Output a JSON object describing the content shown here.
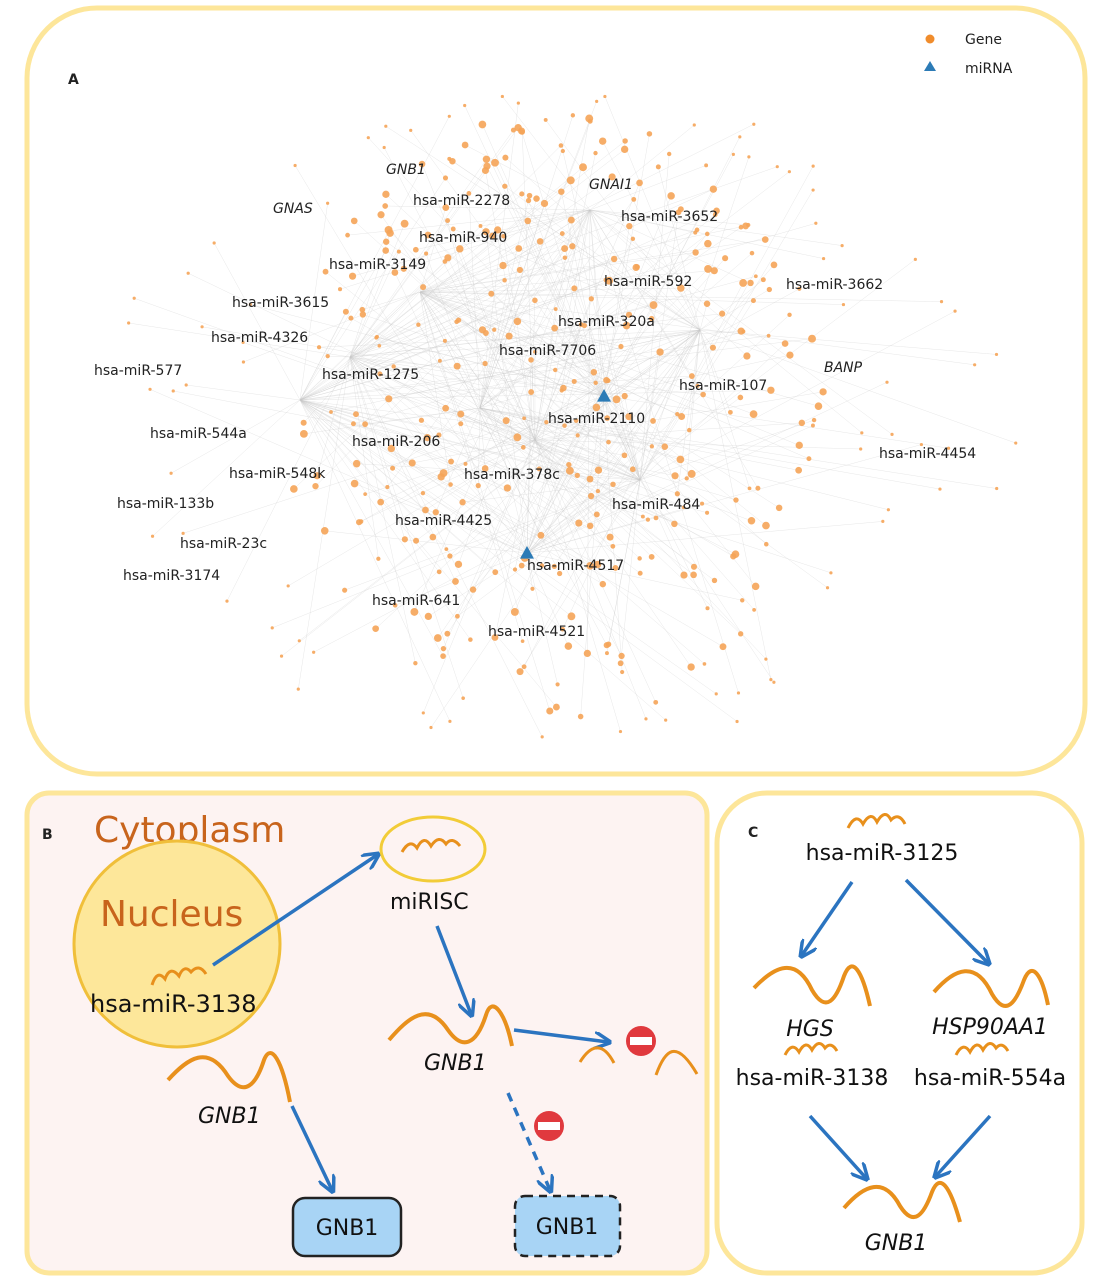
{
  "panelA": {
    "letter": "A",
    "legend": {
      "gene": "Gene",
      "mirna": "miRNA",
      "gene_color": "#f08c2c",
      "mirna_color": "#2c7bb6"
    },
    "gene_labels": [
      "GNB1",
      "GNAI1",
      "GNAS",
      "BANP"
    ],
    "mirna_labels": [
      "hsa-miR-2278",
      "hsa-miR-3652",
      "hsa-miR-940",
      "hsa-miR-3149",
      "hsa-miR-592",
      "hsa-miR-3662",
      "hsa-miR-3615",
      "hsa-miR-320a",
      "hsa-miR-4326",
      "hsa-miR-7706",
      "hsa-miR-577",
      "hsa-miR-1275",
      "hsa-miR-107",
      "hsa-miR-2110",
      "hsa-miR-544a",
      "hsa-miR-206",
      "hsa-miR-4454",
      "hsa-miR-548k",
      "hsa-miR-378c",
      "hsa-miR-133b",
      "hsa-miR-484",
      "hsa-miR-4425",
      "hsa-miR-23c",
      "hsa-miR-4517",
      "hsa-miR-3174",
      "hsa-miR-641",
      "hsa-miR-4521"
    ]
  },
  "panelB": {
    "letter": "B",
    "cytoplasm": "Cytoplasm",
    "nucleus": "Nucleus",
    "mirna": "hsa-miR-3138",
    "mirisc": "miRISC",
    "gene_left": "GNB1",
    "gene_right": "GNB1",
    "protein_left": "GNB1",
    "protein_right": "GNB1"
  },
  "panelC": {
    "letter": "C",
    "top_mirna": "hsa-miR-3125",
    "gene_a": "HGS",
    "gene_b": "HSP90AA1",
    "mirna_a": "hsa-miR-3138",
    "mirna_b": "hsa-miR-554a",
    "target": "GNB1"
  },
  "colors": {
    "frame": "#fde69a",
    "panelB_bg": "#fdf3f2",
    "arrow": "#2b74c0",
    "rna": "#e8901c",
    "protein": "#a8d4f5",
    "stop": "#e0393e"
  }
}
